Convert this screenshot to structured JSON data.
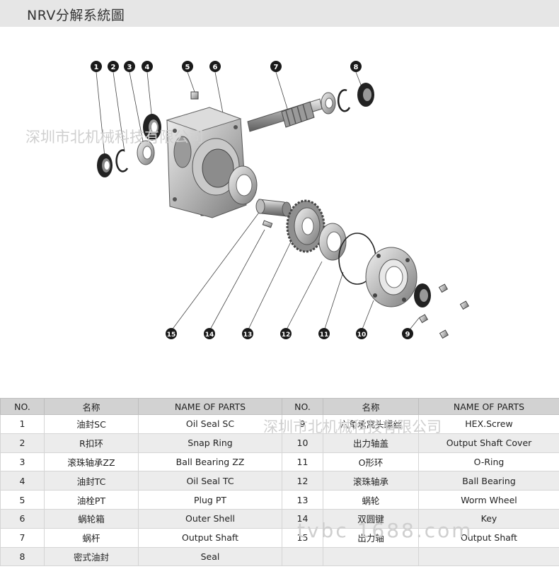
{
  "title": "NRV分解系統圖",
  "watermarks": [
    "深圳市北机械科技有限公司",
    "深圳市北机械科技有限公司",
    "tvbc 1688.com"
  ],
  "callouts": [
    "1",
    "2",
    "3",
    "4",
    "5",
    "6",
    "7",
    "8",
    "9",
    "10",
    "11",
    "12",
    "13",
    "14",
    "15"
  ],
  "table": {
    "headers": [
      "NO.",
      "名称",
      "NAME OF PARTS",
      "NO.",
      "名称",
      "NAME OF PARTS"
    ],
    "rows": [
      {
        "no": "1",
        "cn": "油封SC",
        "en": "Oil Seal SC",
        "no2": "9",
        "cn2": "六角承窝头螺丝",
        "en2": "HEX.Screw"
      },
      {
        "no": "2",
        "cn": "R扣环",
        "en": "Snap Ring",
        "no2": "10",
        "cn2": "出力轴盖",
        "en2": "Output Shaft Cover"
      },
      {
        "no": "3",
        "cn": "滚珠轴承ZZ",
        "en": "Ball Bearing ZZ",
        "no2": "11",
        "cn2": "O形环",
        "en2": "O-Ring"
      },
      {
        "no": "4",
        "cn": "油封TC",
        "en": "Oil Seal TC",
        "no2": "12",
        "cn2": "滚珠轴承",
        "en2": "Ball Bearing"
      },
      {
        "no": "5",
        "cn": "油栓PT",
        "en": "Plug PT",
        "no2": "13",
        "cn2": "蜗轮",
        "en2": "Worm Wheel"
      },
      {
        "no": "6",
        "cn": "蜗轮箱",
        "en": "Outer Shell",
        "no2": "14",
        "cn2": "双圆键",
        "en2": "Key"
      },
      {
        "no": "7",
        "cn": "蜗杆",
        "en": "Output Shaft",
        "no2": "15",
        "cn2": "出力轴",
        "en2": "Output Shaft"
      },
      {
        "no": "8",
        "cn": "密式油封",
        "en": "Seal",
        "no2": "",
        "cn2": "",
        "en2": ""
      }
    ]
  }
}
